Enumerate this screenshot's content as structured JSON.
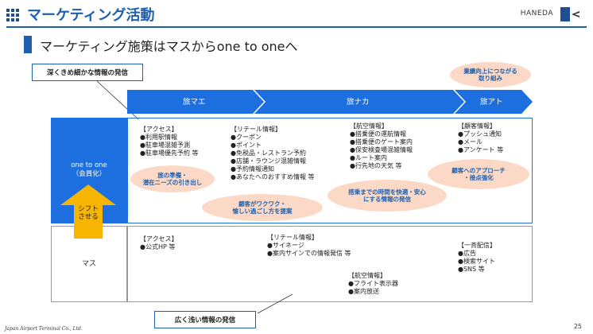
{
  "header": {
    "title": "マーケティング活動",
    "brand": "HANEDA",
    "accent_color": "#1d5fae"
  },
  "subtitle": "マーケティング施策はマスからone to oneへ",
  "callouts": {
    "fine_info": "深くきめ細かな情報の発信",
    "broad_info": "広く浅い情報の発信"
  },
  "stages": [
    "旅マエ",
    "旅ナカ",
    "旅アト"
  ],
  "bubbles": {
    "business_growth": "業績向上につながる\n取り組み",
    "travel_prep": "旅の準備・\n潜在ニーズの引き出し",
    "customer_excite": "顧客がワクワク・\n愉しい過ごし方を提案",
    "boarding": "搭乗までの時間を快適・安心\nにする情報の発信",
    "approach": "顧客へのアプローチ\n・接点強化"
  },
  "segments": {
    "one_to_one": "one to one\n（会員化）",
    "mass": "マス",
    "shift": "シフト\nさせる"
  },
  "one_to_one_content": {
    "access": [
      "【アクセス】",
      "●利用駅情報",
      "●駐車場混雑予測",
      "●駐車場優先予約 等"
    ],
    "retail": [
      "【リテール情報】",
      "●クーポン",
      "●ポイント",
      "●免税品・レストラン予約",
      "●店舗・ラウンジ混雑情報",
      "●予約情報通知",
      "●あなたへのおすすめ情報 等"
    ],
    "flight": [
      "【航空情報】",
      "●搭乗便の運航情報",
      "●搭乗便のゲート案内",
      "●保安検査場混雑情報",
      "●ルート案内",
      "●行先地の天気 等"
    ],
    "customer": [
      "【顧客情報】",
      "●プッシュ通知",
      "●メール",
      "●アンケート 等"
    ]
  },
  "mass_content": {
    "access": [
      "【アクセス】",
      "●公式HP 等"
    ],
    "retail": [
      "【リテール情報】",
      "●サイネージ",
      "●案内サインでの情報発信 等"
    ],
    "flight": [
      "【航空情報】",
      "●フライト表示器",
      "●案内放送"
    ],
    "broadcast": [
      "【一斉配信】",
      "●広告",
      "●検索サイト",
      "●SNS 等"
    ]
  },
  "footer": {
    "company": "Japan Airport Terminal Co., Ltd.",
    "page": "25"
  }
}
